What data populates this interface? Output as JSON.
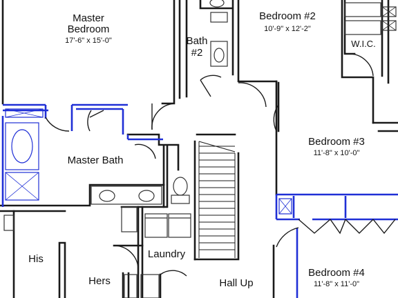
{
  "floor_plan": {
    "rooms": [
      {
        "id": "master-bedroom",
        "name_lines": [
          "Master",
          "Bedroom"
        ],
        "dimensions": "17'-6\" x 15'-0\""
      },
      {
        "id": "bath-2",
        "name_lines": [
          "Bath",
          "#2"
        ]
      },
      {
        "id": "bedroom-2",
        "name": "Bedroom #2",
        "dimensions": "10'-9\" x 12'-2\""
      },
      {
        "id": "wic",
        "name": "W.I.C."
      },
      {
        "id": "bedroom-3",
        "name": "Bedroom #3",
        "dimensions": "11'-8\" x 10'-0\""
      },
      {
        "id": "master-bath",
        "name": "Master Bath"
      },
      {
        "id": "laundry",
        "name": "Laundry"
      },
      {
        "id": "his",
        "name": "His"
      },
      {
        "id": "hers",
        "name": "Hers"
      },
      {
        "id": "hall-up",
        "name": "Hall Up"
      },
      {
        "id": "bedroom-4",
        "name": "Bedroom #4",
        "dimensions": "11'-8\" x 11'-0\""
      }
    ],
    "colors": {
      "walls": "#1a1a1a",
      "highlight": "#1f2fd6",
      "fixtures": "#333333"
    }
  }
}
